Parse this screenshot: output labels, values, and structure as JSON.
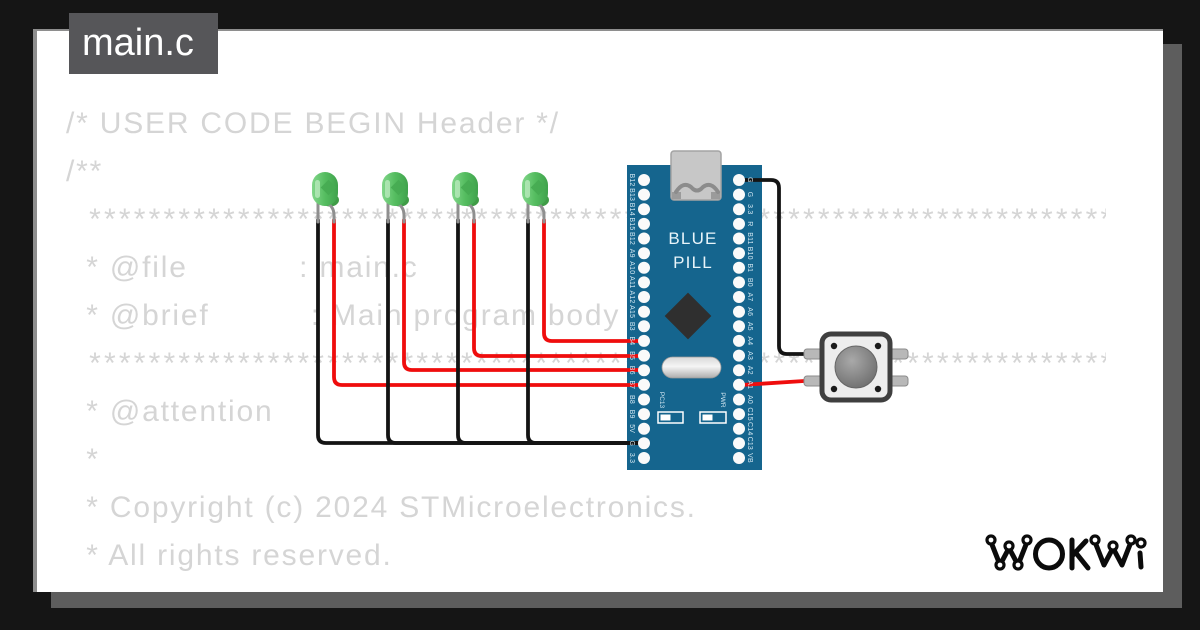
{
  "file_tab": {
    "label": "main.c"
  },
  "code_lines": [
    "/* USER CODE BEGIN Header */",
    "/**",
    "  ******************************************************************************",
    "  * @file           : main.c",
    "  * @brief          : Main program body",
    "  ******************************************************************************",
    "  * @attention",
    "  *",
    "  * Copyright (c) 2024 STMicroelectronics.",
    "  * All rights reserved.",
    "  *"
  ],
  "circuit": {
    "board": {
      "title_line1": "BLUE",
      "title_line2": "PILL",
      "left_pins": [
        "B12",
        "B13",
        "B14",
        "B15",
        "B12",
        "A9",
        "A10",
        "A11",
        "A12",
        "A15",
        "B3",
        "B4",
        "B5",
        "B6",
        "B7",
        "B8",
        "B9",
        "5V",
        "G",
        "3.3"
      ],
      "right_pins": [
        "G",
        "G",
        "3.3",
        "R",
        "B11",
        "B10",
        "B1",
        "B0",
        "A7",
        "A6",
        "A5",
        "A4",
        "A3",
        "A2",
        "A1",
        "A0",
        "C15",
        "C14",
        "C13",
        "VB"
      ],
      "onboard_leds": [
        "PC13",
        "PWR"
      ]
    },
    "leds": {
      "count": 4,
      "color": "green"
    },
    "button": {
      "type": "pushbutton"
    },
    "connections": [
      {
        "from": "LED1 anode",
        "to": "B7",
        "color": "red"
      },
      {
        "from": "LED2 anode",
        "to": "B6",
        "color": "red"
      },
      {
        "from": "LED3 anode",
        "to": "B5",
        "color": "red"
      },
      {
        "from": "LED4 anode",
        "to": "B4",
        "color": "red"
      },
      {
        "from": "LED cathodes",
        "to": "G",
        "color": "black"
      },
      {
        "from": "Pushbutton",
        "to": "G",
        "color": "black"
      },
      {
        "from": "Pushbutton",
        "to": "A1",
        "color": "red"
      }
    ]
  },
  "logo": {
    "text": "WOKWi"
  },
  "colors": {
    "background": "#151515",
    "card": "#ffffff",
    "shadow": "#5d5d5d",
    "tab_bg": "#565659",
    "code_text": "#d5d5d5",
    "board": "#15658e",
    "wire_red": "#ef0d0d",
    "wire_black": "#141414",
    "led_green": "#55bd60"
  }
}
